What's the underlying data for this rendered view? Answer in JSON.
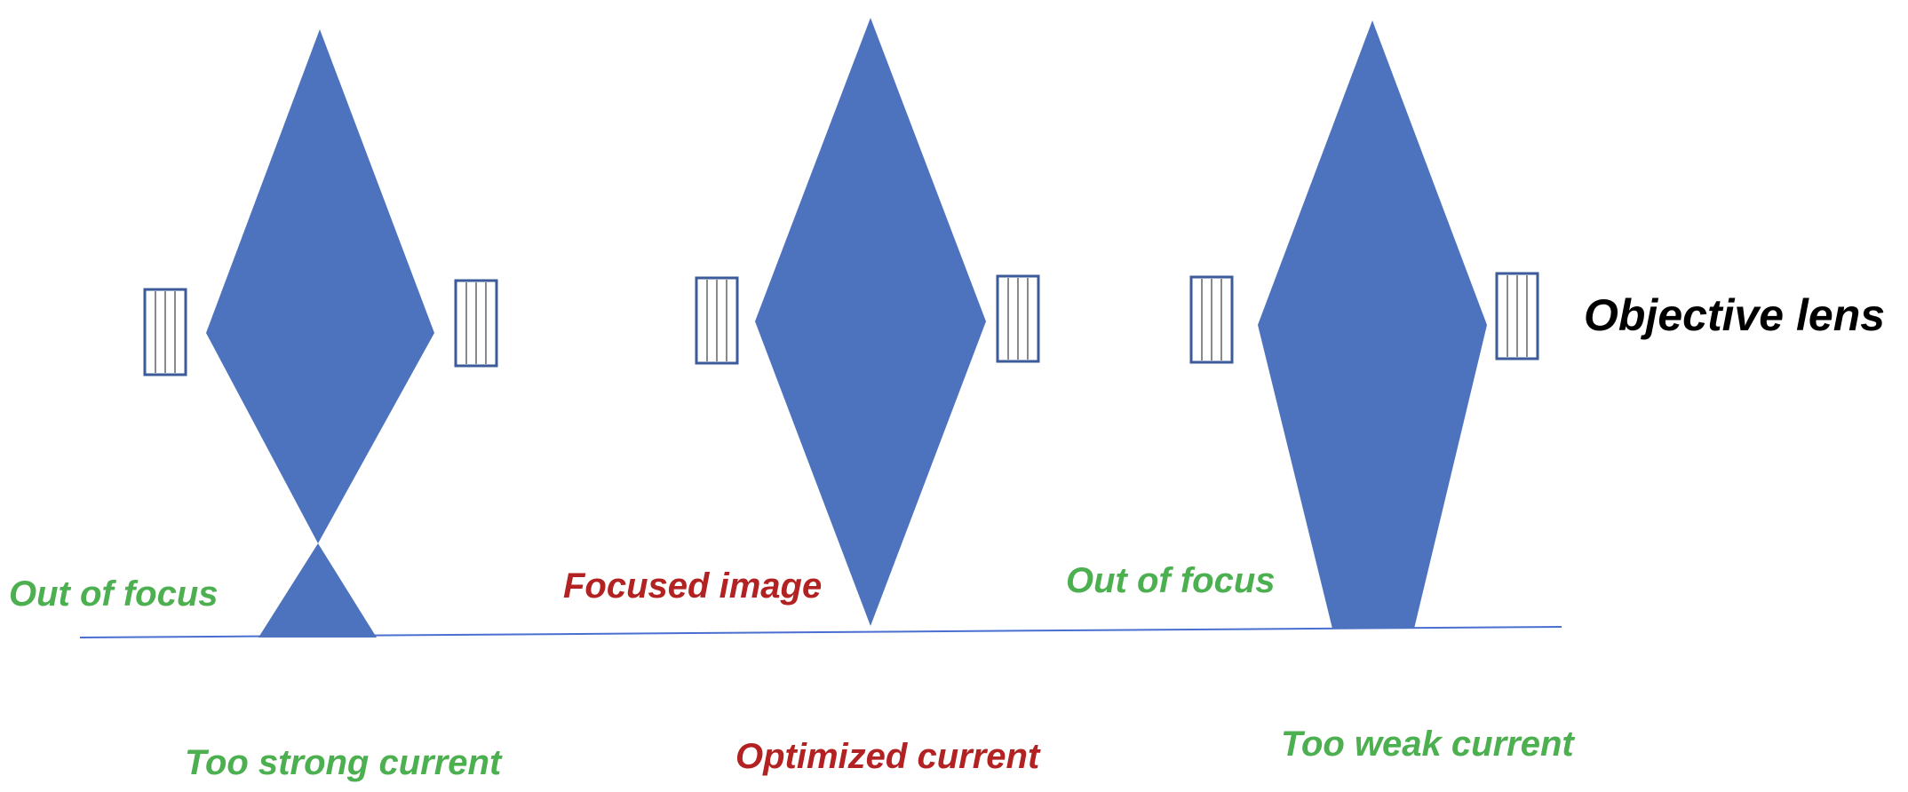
{
  "labels": {
    "objective_lens": "Objective lens",
    "left_state": "Out of focus",
    "middle_state": "Focused image",
    "right_state": "Out of focus",
    "left_current": "Too strong current",
    "middle_current": "Optimized current",
    "right_current": "Too weak current"
  },
  "colors": {
    "beam": "#4e73be",
    "out_of_focus": "#4caf50",
    "focused": "#b22222",
    "lens_label": "#000000"
  }
}
